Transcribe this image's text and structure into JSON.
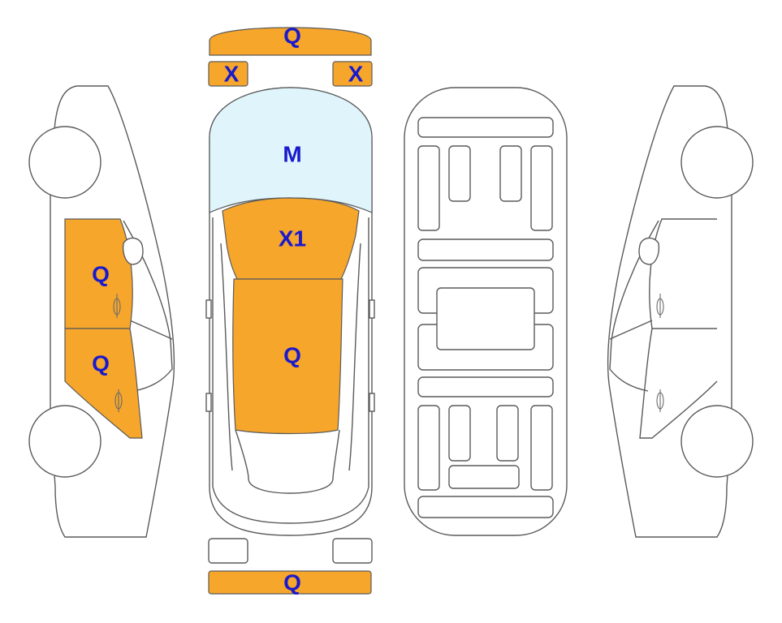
{
  "colors": {
    "damaged_fill": "#f6a62b",
    "glass_fill": "#dff4fb",
    "label": "#1a1acc",
    "outline": "#5a5a5a"
  },
  "panels": {
    "front_bumper": "Q",
    "headlight_left": "X",
    "headlight_right": "X",
    "windshield": "M",
    "hood": "X1",
    "roof": "Q",
    "rear_bumper": "Q",
    "left_front_door": "Q",
    "left_rear_door": "Q"
  }
}
